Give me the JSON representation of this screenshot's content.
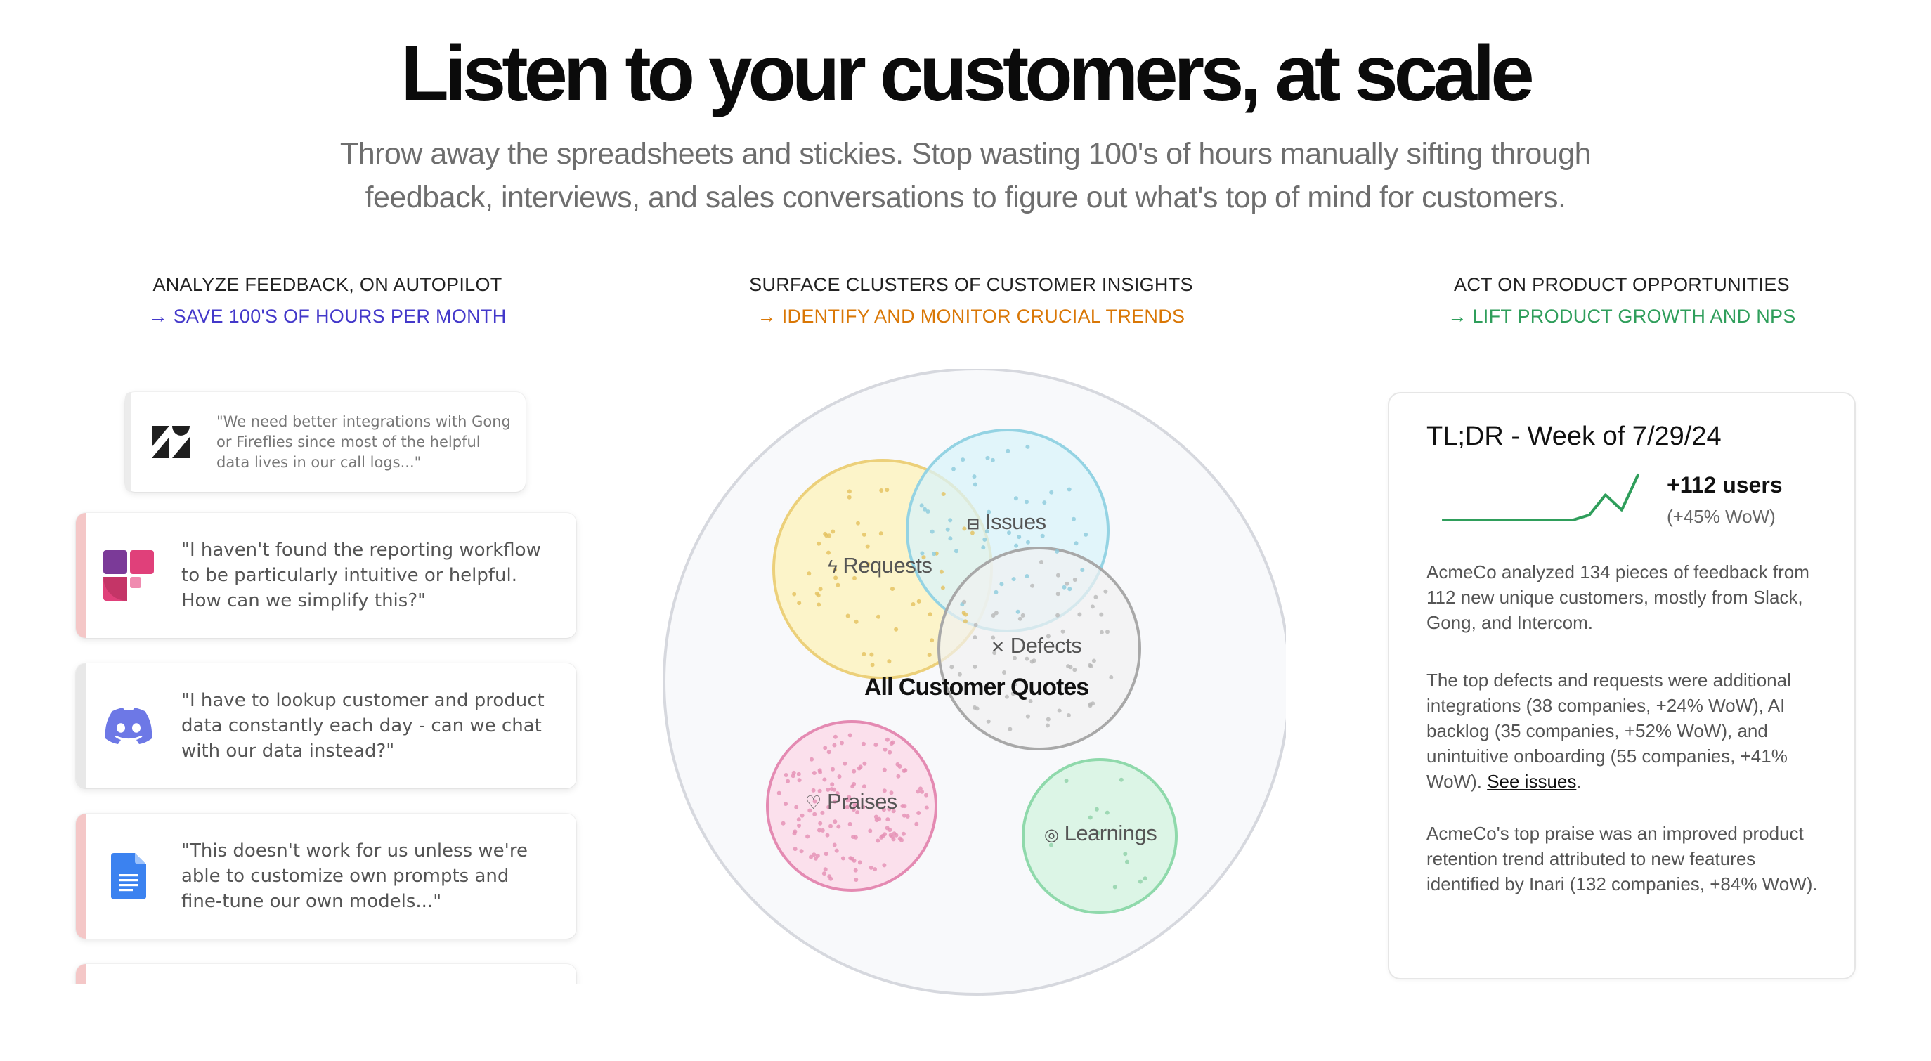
{
  "hero": {
    "title": "Listen to your customers, at scale",
    "subtitle_line1": "Throw away the spreadsheets and stickies. Stop wasting 100's of hours manually sifting through",
    "subtitle_line2": "feedback, interviews, and sales conversations to figure out what's top of mind for customers."
  },
  "columns": [
    {
      "heading": "ANALYZE FEEDBACK, ON AUTOPILOT",
      "tagline": "→ SAVE 100'S OF HOURS PER MONTH",
      "color": "#4338ca"
    },
    {
      "heading": "SURFACE CLUSTERS OF CUSTOMER INSIGHTS",
      "tagline": "→ IDENTIFY AND MONITOR CRUCIAL TRENDS",
      "color": "#d97706"
    },
    {
      "heading": "ACT ON PRODUCT OPPORTUNITIES",
      "tagline": "→ LIFT PRODUCT GROWTH AND NPS",
      "color": "#2f9e5b"
    }
  ],
  "feedback_cards": [
    {
      "source_icon": "zendesk-icon",
      "quote": "\"We need better integrations with Gong or Fireflies since most of the helpful data lives in our call logs...\""
    },
    {
      "source_icon": "freshdesk-icon",
      "quote": "\"I haven't found the reporting workflow to be particularly intuitive or helpful. How can we simplify this?\""
    },
    {
      "source_icon": "discord-icon",
      "quote": "\"I have to lookup customer and product data constantly each day - can we chat with our data instead?\""
    },
    {
      "source_icon": "google-docs-icon",
      "quote": "\"This doesn't work for us unless we're able to customize own prompts and fine-tune our own models...\""
    }
  ],
  "clusters": {
    "main": "All Customer Quotes",
    "requests": "Requests",
    "issues": "Issues",
    "defects": "Defects",
    "praises": "Praises",
    "learnings": "Learnings",
    "colors": {
      "requests": "#fdf3bf",
      "issues": "#d9f3fa",
      "defects": "#f1f1f1",
      "praises": "#fbe0ec",
      "learnings": "#dcf5e6"
    }
  },
  "summary": {
    "title": "TL;DR - Week of 7/29/24",
    "users": "+112 users",
    "wow": "(+45% WoW)",
    "sparkline": [
      0,
      0,
      0,
      0,
      0,
      0,
      0,
      0,
      0,
      1,
      5,
      2,
      9
    ],
    "para1": "AcmeCo analyzed 134 pieces of feedback from 112 new unique customers, mostly from Slack, Gong, and Intercom.",
    "para2": "The top defects and requests were additional integrations (38 companies, +24% WoW), AI backlog (35 companies, +52% WoW), and unintuitive onboarding (55 companies, +41% WoW). ",
    "para2_link": "See issues",
    "para2_end": ".",
    "para3": "AcmeCo's top praise was an improved product retention trend attributed to new features identified by Inari (132 companies, +84% WoW)."
  }
}
